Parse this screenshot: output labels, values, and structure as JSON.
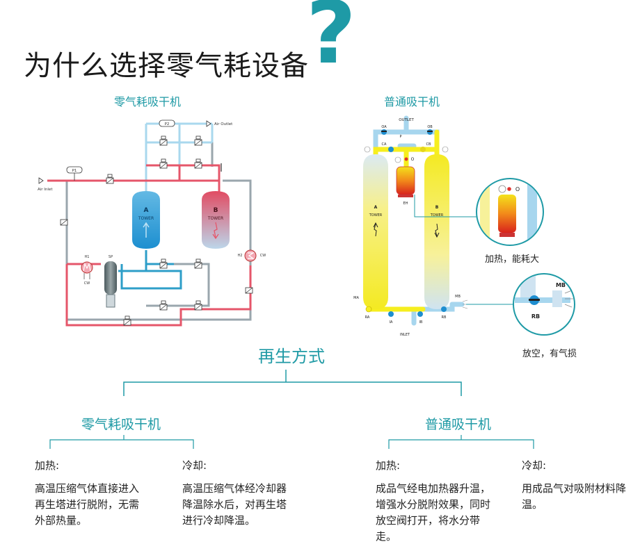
{
  "header": {
    "title": "为什么选择零气耗设备",
    "question_mark": "?"
  },
  "left_diagram": {
    "label": "零气耗吸干机",
    "air_outlet": "Air Outlet",
    "air_inlet": "Air Inlet",
    "p1": "P1",
    "p2": "P2",
    "tower_a": "A",
    "tower_a_sub": "TOWER",
    "tower_b": "B",
    "tower_b_sub": "TOWER",
    "h1": "H1",
    "h2": "H2",
    "cw1": "CW",
    "cw2": "CW",
    "sp": "SP"
  },
  "right_diagram": {
    "label": "普通吸干机",
    "outlet": "OUTLET",
    "oa": "OA",
    "ob": "OB",
    "ca": "CA",
    "cb": "CB",
    "p": "P",
    "o": "O",
    "eh": "EH",
    "tower_a": "A",
    "tower_a_sub": "TOWER",
    "tower_b": "B",
    "tower_b_sub": "TOWER",
    "ma": "MA",
    "mb": "MB",
    "ra": "RA",
    "rb": "RB",
    "ia": "IA",
    "ib": "IB",
    "inlet": "INLET",
    "zoom1_o": "O",
    "zoom1_caption": "加热，能耗大",
    "zoom2_mb": "MB",
    "zoom2_rb": "RB",
    "zoom2_caption": "放空，有气损"
  },
  "tree": {
    "root": "再生方式",
    "left_branch": "零气耗吸干机",
    "right_branch": "普通吸干机",
    "items": [
      {
        "heading": "加热:",
        "text": "高温压缩气体直接进入再生塔进行脱附，无需外部热量。"
      },
      {
        "heading": "冷却:",
        "text": "高温压缩气体经冷却器降温除水后，对再生塔进行冷却降温。"
      },
      {
        "heading": "加热:",
        "text": "成品气经电加热器升温，增强水分脱附效果，同时放空阀打开，将水分带走。"
      },
      {
        "heading": "冷却:",
        "text": "用成品气对吸附材料降温。"
      }
    ]
  },
  "colors": {
    "accent": "#1f9aa5",
    "hot_pipe": "#e5566a",
    "cold_pipe": "#9fd3ea",
    "gray_pipe": "#9aa6ad",
    "yellow": "#f6ee1f"
  }
}
